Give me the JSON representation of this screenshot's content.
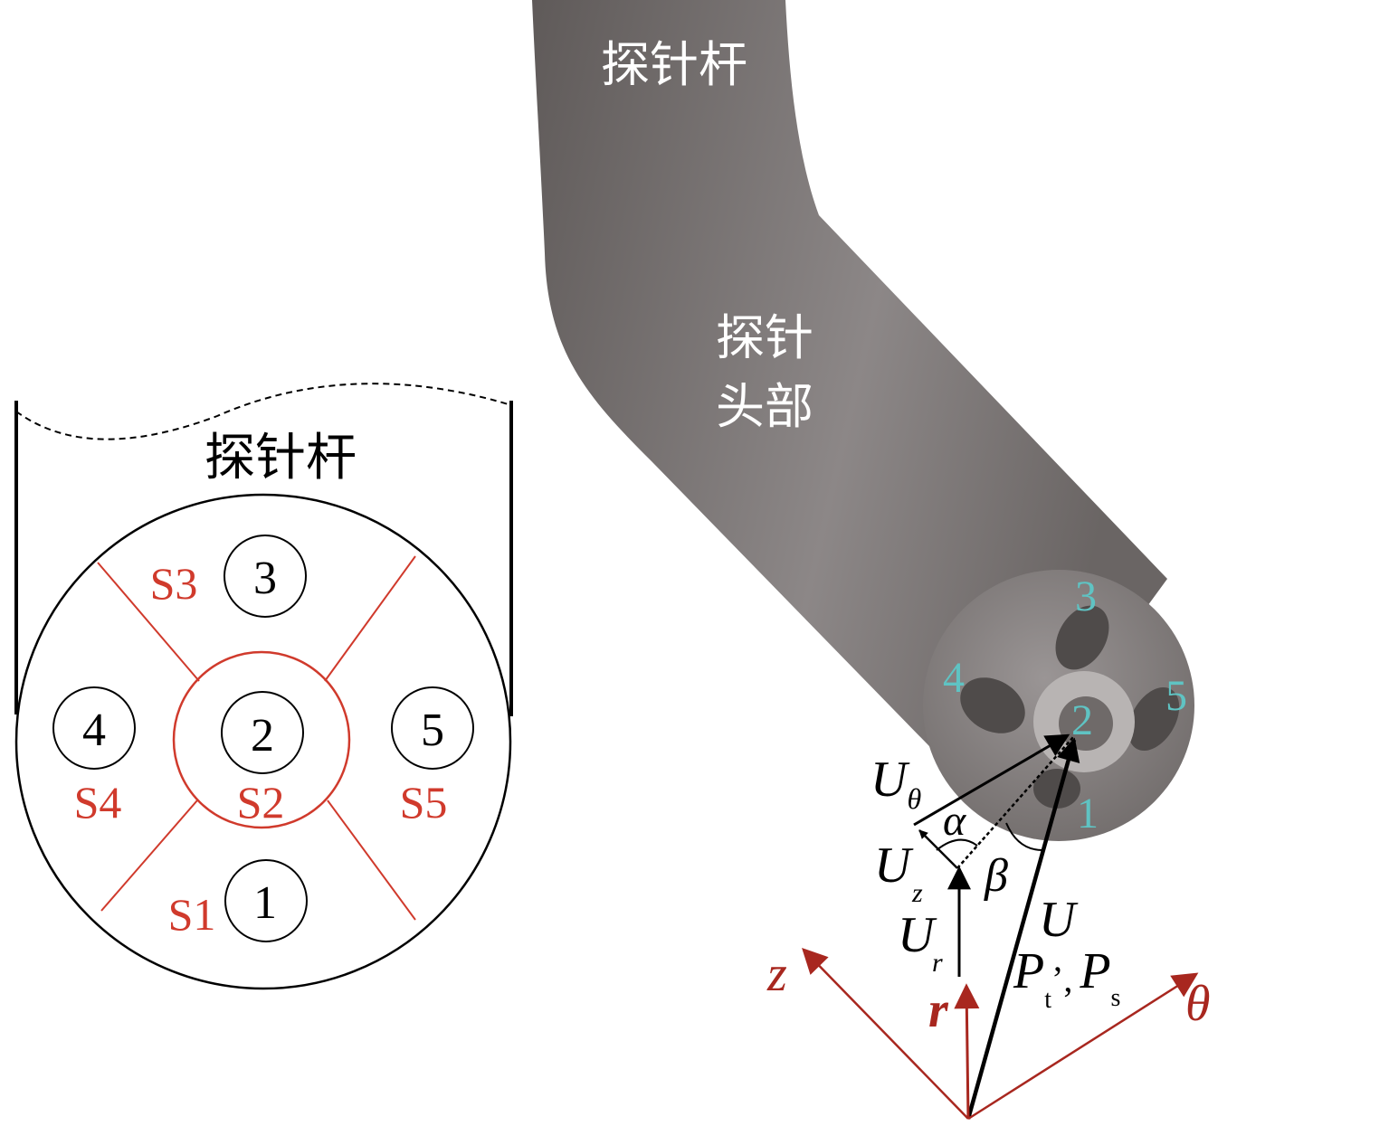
{
  "left_diagram": {
    "stem_label": "探针杆",
    "holes": [
      "1",
      "2",
      "3",
      "4",
      "5"
    ],
    "sectors": [
      "S1",
      "S2",
      "S3",
      "S4",
      "S5"
    ]
  },
  "right_diagram": {
    "stem_label": "探针杆",
    "head_label_line1": "探针",
    "head_label_line2": "头部",
    "holes": [
      "1",
      "2",
      "3",
      "4",
      "5"
    ],
    "vectors": {
      "u_theta": "U",
      "u_theta_sub": "θ",
      "u_z": "U",
      "u_z_sub": "z",
      "u_r": "U",
      "u_r_sub": "r",
      "u": "U",
      "alpha": "α",
      "beta": "β",
      "p_t": "P",
      "p_t_sub": "t",
      "comma": "’,",
      "p_s": "P",
      "p_s_sub": "s"
    },
    "axes": {
      "z": "z",
      "r": "r",
      "theta": "θ"
    }
  },
  "colors": {
    "red": "#d03a2c",
    "axis_red": "#a8271f",
    "cyan": "#5fc3c3",
    "probe": "#75706f"
  }
}
